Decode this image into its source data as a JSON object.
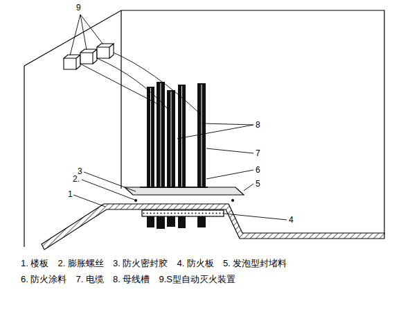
{
  "diagram": {
    "labels": [
      "9",
      "8",
      "7",
      "6",
      "5",
      "3",
      "2.",
      "1",
      "4",
      "1. 楼板",
      "2. 膨胀螺丝",
      "3. 防火密封胶",
      "4. 防火板",
      "5. 发泡型封堵料",
      "6. 防火涂料",
      "7. 电缆",
      "8. 母线槽",
      "9.S型自动灭火装置"
    ]
  }
}
